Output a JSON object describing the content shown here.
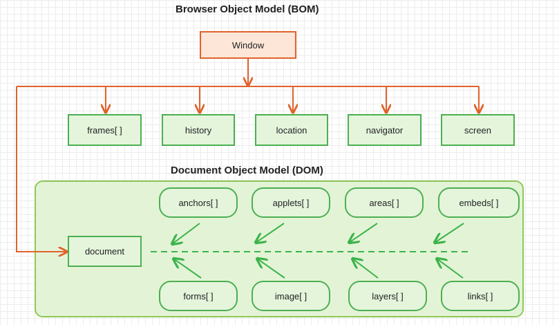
{
  "bom": {
    "title": "Browser Object Model (BOM)",
    "window": "Window",
    "children": [
      "frames[ ]",
      "history",
      "location",
      "navigator",
      "screen"
    ]
  },
  "dom": {
    "title": "Document Object Model (DOM)",
    "document": "document",
    "top_items": [
      "anchors[ ]",
      "applets[ ]",
      "areas[ ]",
      "embeds[ ]"
    ],
    "bottom_items": [
      "forms[ ]",
      "image[ ]",
      "layers[ ]",
      "links[ ]"
    ]
  },
  "colors": {
    "bom_accent": "#e0622a",
    "dom_accent": "#4caf50",
    "dom_panel": "#8dc858"
  }
}
